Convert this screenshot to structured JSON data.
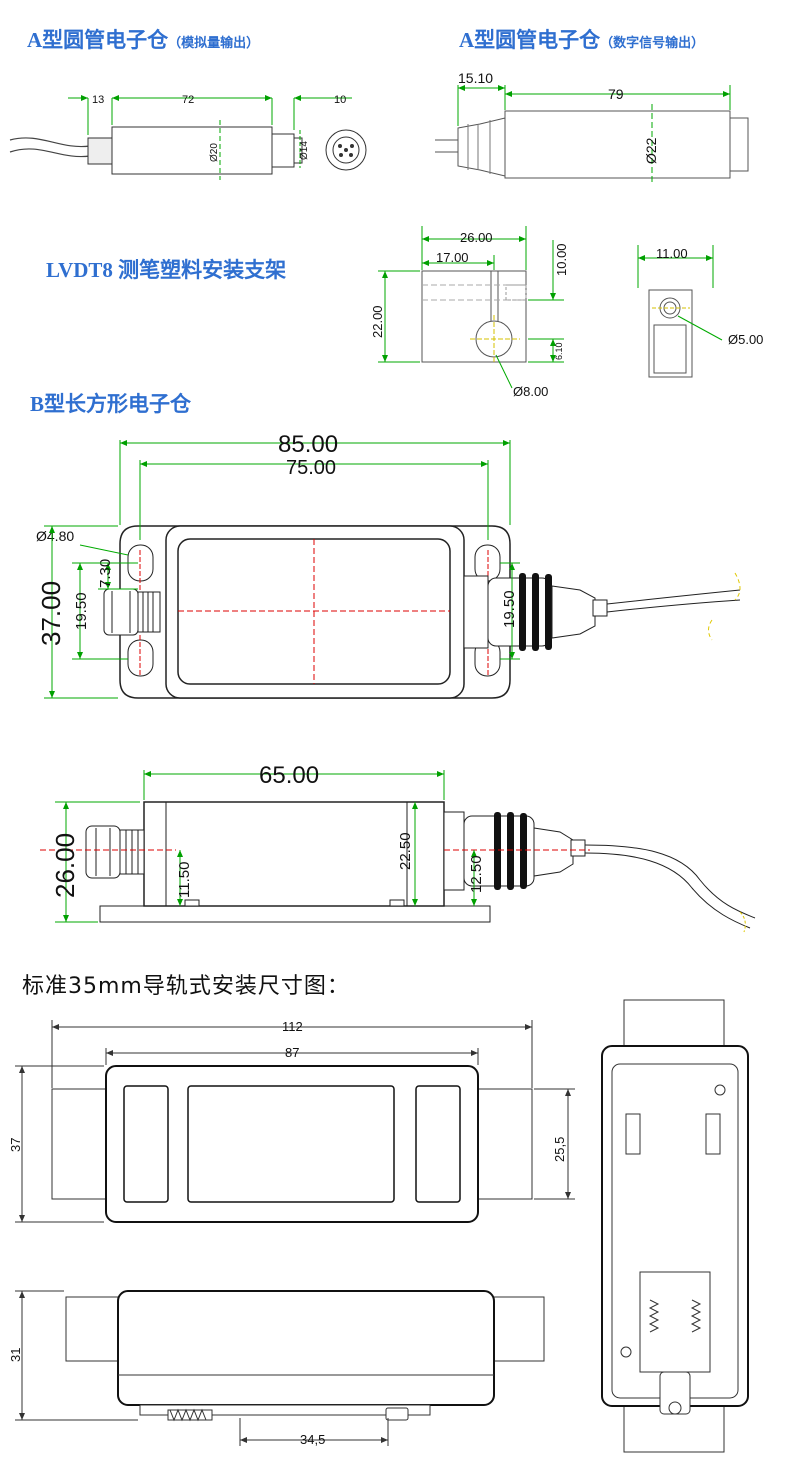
{
  "titles": {
    "a_round_analog": "A型圆管电子仓",
    "a_round_analog_sub": "（模拟量输出）",
    "a_round_digital": "A型圆管电子仓",
    "a_round_digital_sub": "（数字信号输出）",
    "lvdt8_bracket": "LVDT8 测笔塑料安装支架",
    "b_rect": "B型长方形电子仓",
    "rail_mount": "标准35mm导轨式安装尺寸图："
  },
  "dims": {
    "a_analog": {
      "d13": "13",
      "d72": "72",
      "d10": "10",
      "dia20": "Ø20",
      "dia14": "Ø14"
    },
    "a_digital": {
      "d15": "15.10",
      "d79": "79",
      "dia22": "Ø22"
    },
    "bracket": {
      "d26": "26.00",
      "d17": "17.00",
      "d10": "10.00",
      "d22": "22.00",
      "d610": "6.10",
      "dia8": "Ø8.00",
      "d11": "11.00",
      "dia5": "Ø5.00"
    },
    "b_top": {
      "d85": "85.00",
      "d75": "75.00",
      "dia48": "Ø4.80",
      "d73": "7.30",
      "d37": "37.00",
      "d195a": "19.50",
      "d195b": "19.50"
    },
    "b_side": {
      "d65": "65.00",
      "d26": "26.00",
      "d115": "11.50",
      "d225": "22.50",
      "d125": "12.50"
    },
    "rail": {
      "d112": "112",
      "d87": "87",
      "d37": "37",
      "d255": "25,5",
      "d31": "31",
      "d345": "34,5"
    }
  },
  "colors": {
    "title_blue": "#2f6fd0",
    "dim_green": "#00a000",
    "center_red": "#d00000",
    "outline": "#111111"
  }
}
